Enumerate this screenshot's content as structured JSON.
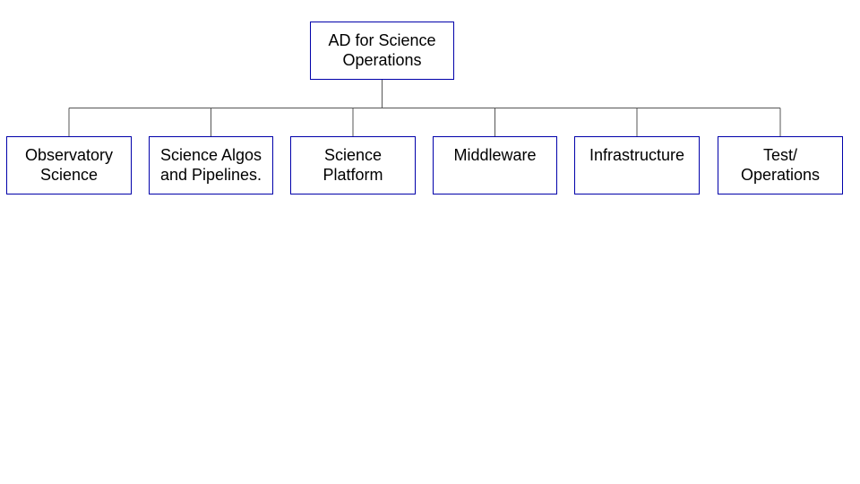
{
  "colors": {
    "box_border": "#0000aa",
    "connector": "#555555",
    "text": "#000000",
    "background": "#ffffff"
  },
  "org_chart": {
    "root": {
      "label": "AD for Science\nOperations"
    },
    "children": [
      {
        "label": "Observatory\nScience"
      },
      {
        "label": "Science Algos\nand Pipelines."
      },
      {
        "label": "Science\nPlatform"
      },
      {
        "label": "Middleware"
      },
      {
        "label": "Infrastructure"
      },
      {
        "label": "Test/\nOperations"
      }
    ]
  }
}
